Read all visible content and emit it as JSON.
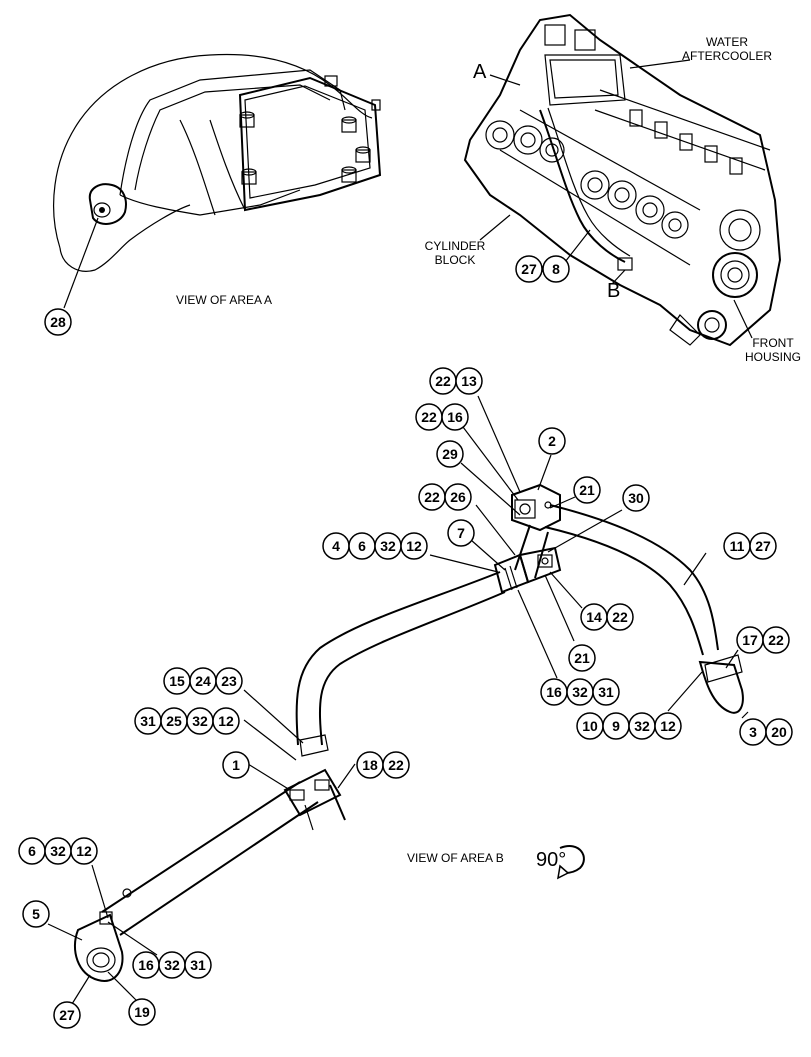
{
  "views": {
    "area_a": {
      "caption": "VIEW OF AREA  A"
    },
    "area_b": {
      "caption": "VIEW OF AREA  B",
      "rotation": "90°"
    }
  },
  "engine_labels": {
    "water_aftercooler": [
      "WATER",
      "AFTERCOOLER"
    ],
    "cylinder_block": [
      "CYLINDER",
      "BLOCK"
    ],
    "front_housing": [
      "FRONT",
      "HOUSING"
    ],
    "area_a_marker": "A",
    "area_b_marker": "B"
  },
  "callouts": {
    "c28": "28",
    "c27a": "27",
    "c8": "8",
    "g1": [
      "22",
      "13"
    ],
    "g2": [
      "22",
      "16"
    ],
    "c2": "2",
    "c29": "29",
    "c21a": "21",
    "g3": [
      "22",
      "26"
    ],
    "c30": "30",
    "c7": "7",
    "g4": [
      "4",
      "6",
      "32",
      "12"
    ],
    "g5": [
      "11",
      "27"
    ],
    "g6": [
      "14",
      "22"
    ],
    "c21b": "21",
    "g7": [
      "17",
      "22"
    ],
    "g8": [
      "15",
      "24",
      "23"
    ],
    "g9": [
      "16",
      "32",
      "31"
    ],
    "g10": [
      "31",
      "25",
      "32",
      "12"
    ],
    "g11": [
      "10",
      "9",
      "32",
      "12"
    ],
    "g12": [
      "3",
      "20"
    ],
    "c1": "1",
    "g13": [
      "18",
      "22"
    ],
    "g14": [
      "6",
      "32",
      "12"
    ],
    "c5": "5",
    "g15": [
      "16",
      "32",
      "31"
    ],
    "c27b": "27",
    "c19": "19"
  }
}
